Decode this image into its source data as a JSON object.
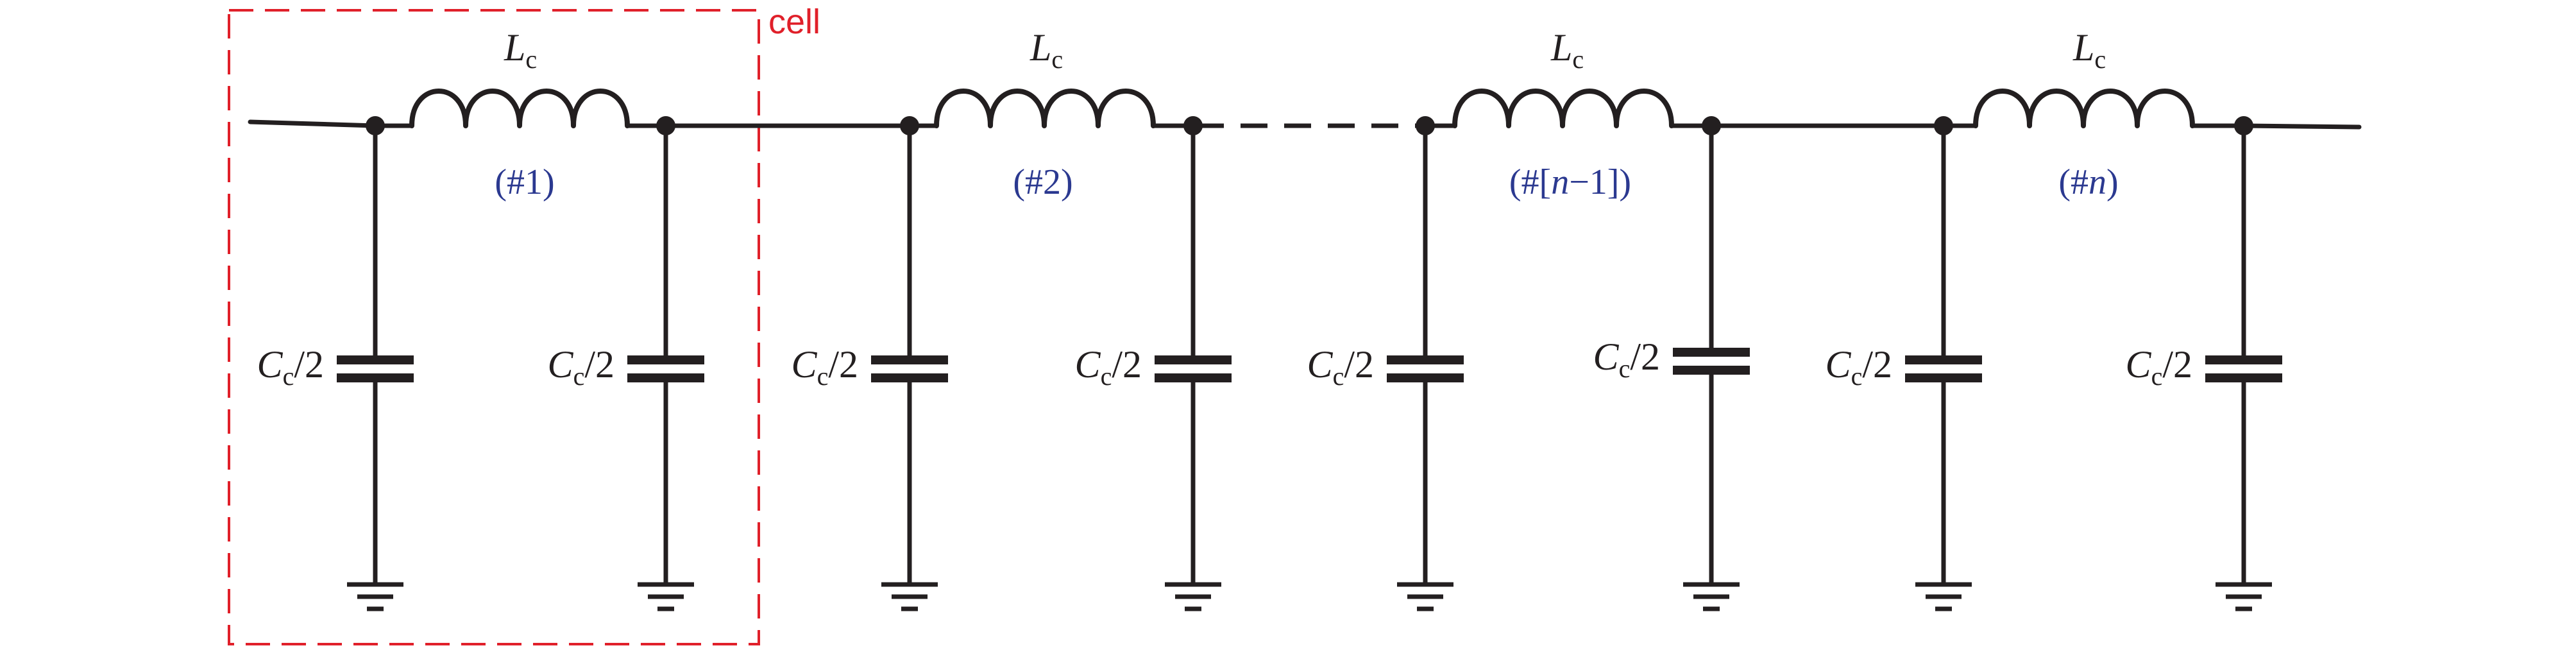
{
  "cell_label": "cell",
  "inductor_symbol": "L",
  "inductor_subscript": "c",
  "capacitor_symbol": "C",
  "capacitor_subscript": "c",
  "capacitor_suffix": "/2",
  "sections": [
    {
      "label_pre": "(#1)",
      "label_italic": "",
      "label_post": ""
    },
    {
      "label_pre": "(#2)",
      "label_italic": "",
      "label_post": ""
    },
    {
      "label_pre": "(#[",
      "label_italic": "n",
      "label_post": "−1])"
    },
    {
      "label_pre": "(#",
      "label_italic": "n",
      "label_post": ")"
    }
  ],
  "colors": {
    "wire": "#231f20",
    "cell_box": "#e0202a",
    "section_label": "#2b3990"
  }
}
